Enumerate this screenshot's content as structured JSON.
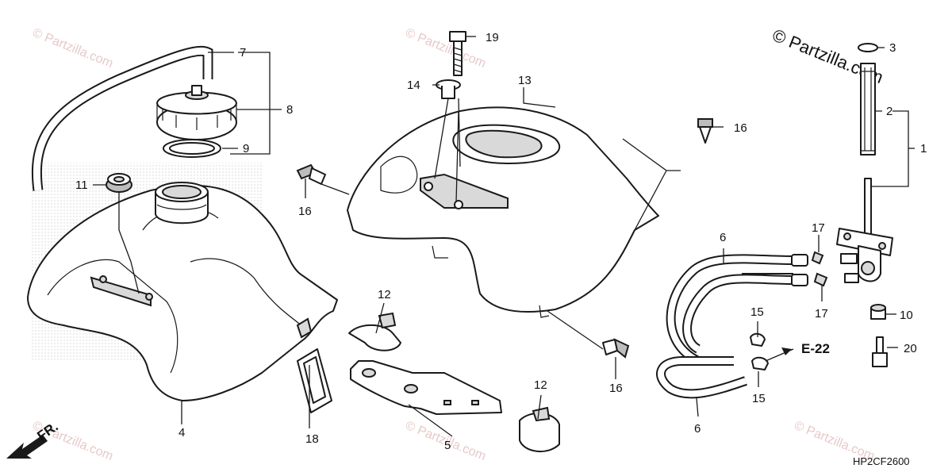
{
  "watermark": {
    "text": "© Partzilla.com",
    "main": "© Partzilla.com"
  },
  "drawing_code": "HP2CF2600",
  "reference": "E-22",
  "front_marker": "FR.",
  "callouts": {
    "c1": "1",
    "c2": "2",
    "c3": "3",
    "c4": "4",
    "c5": "5",
    "c6a": "6",
    "c6b": "6",
    "c7": "7",
    "c8": "8",
    "c9": "9",
    "c10": "10",
    "c11": "11",
    "c12a": "12",
    "c12b": "12",
    "c13": "13",
    "c14": "14",
    "c15a": "15",
    "c15b": "15",
    "c16a": "16",
    "c16b": "16",
    "c16c": "16",
    "c17a": "17",
    "c17b": "17",
    "c18": "18",
    "c19": "19",
    "c20": "20"
  }
}
